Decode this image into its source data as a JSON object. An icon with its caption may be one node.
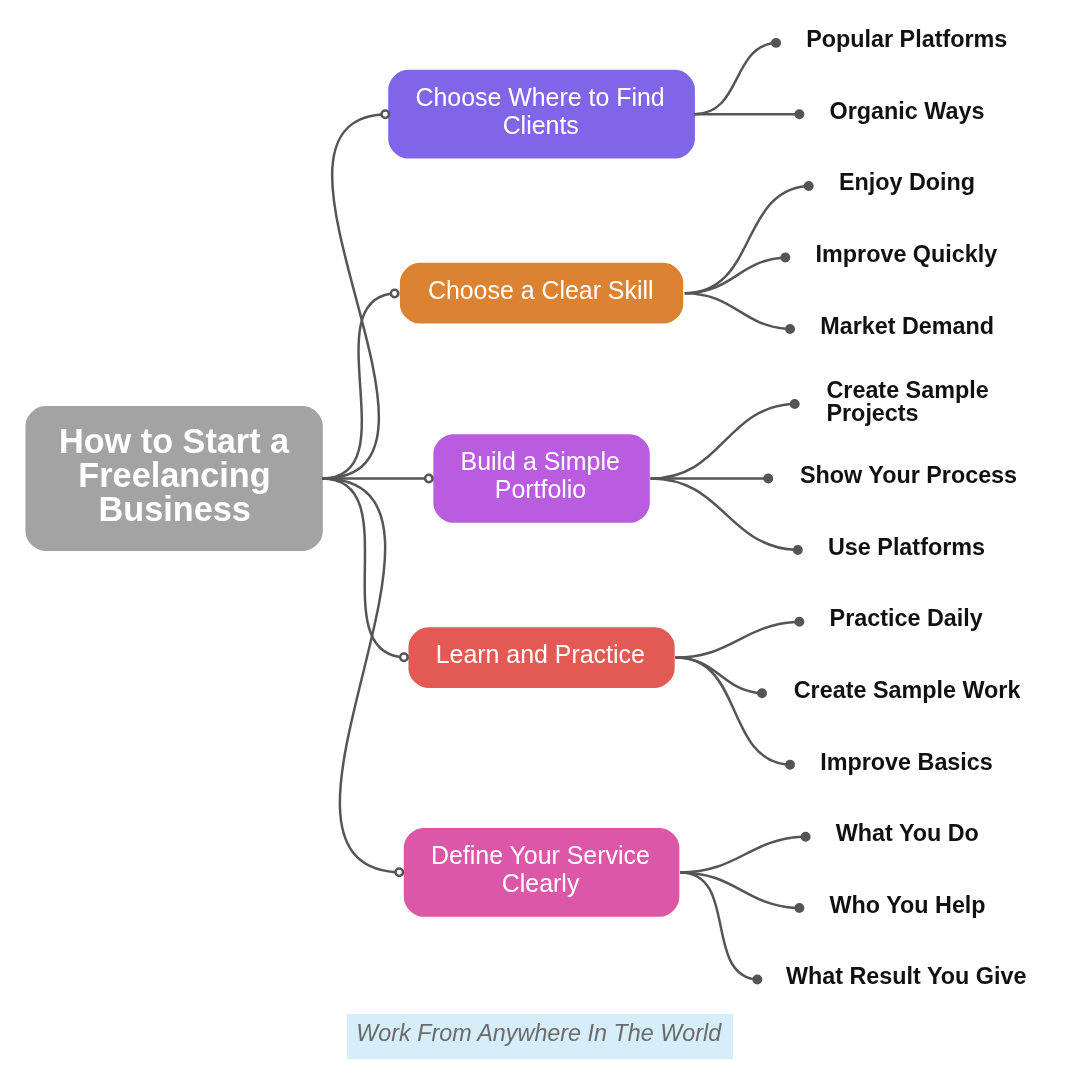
{
  "diagram": {
    "caption": "Work From Anywhere In The World",
    "nodes": [
      {
        "text": [
          "How to Start a Freelancing Business"
        ]
      },
      {
        "text": [
          "Choose Where to Find Clients"
        ]
      },
      {
        "text": [
          "Popular Platforms"
        ]
      },
      {
        "text": [
          "Organic Ways"
        ]
      },
      {
        "text": [
          "Choose a Clear Skill"
        ]
      },
      {
        "text": [
          "Enjoy Doing"
        ]
      },
      {
        "text": [
          "Improve Quickly"
        ]
      },
      {
        "text": [
          "Market Demand"
        ]
      },
      {
        "text": [
          "Build a Simple Portfolio"
        ]
      },
      {
        "text": [
          "Create Sample Projects"
        ]
      },
      {
        "text": [
          "Show Your Process"
        ]
      },
      {
        "text": [
          "Use Platforms"
        ]
      },
      {
        "text": [
          "Learn and Practice"
        ]
      },
      {
        "text": [
          "Practice Daily"
        ]
      },
      {
        "text": [
          "Create Sample Work"
        ]
      },
      {
        "text": [
          "Improve Basics"
        ]
      },
      {
        "text": [
          "Define Your Service Clearly"
        ]
      },
      {
        "text": [
          "What You Do"
        ]
      },
      {
        "text": [
          "Who You Help"
        ]
      },
      {
        "text": [
          "What Result You Give"
        ]
      }
    ],
    "edges": [
      {
        "from": 0,
        "to": 1,
        "arrow": "other"
      },
      {
        "from": 1,
        "to": 2,
        "arrow": "other"
      },
      {
        "from": 1,
        "to": 3,
        "arrow": "other"
      },
      {
        "from": 0,
        "to": 4,
        "arrow": "other"
      },
      {
        "from": 4,
        "to": 5,
        "arrow": "other"
      },
      {
        "from": 4,
        "to": 6,
        "arrow": "other"
      },
      {
        "from": 4,
        "to": 7,
        "arrow": "other"
      },
      {
        "from": 0,
        "to": 8,
        "arrow": "other"
      },
      {
        "from": 8,
        "to": 9,
        "arrow": "other"
      },
      {
        "from": 8,
        "to": 10,
        "arrow": "other"
      },
      {
        "from": 8,
        "to": 11,
        "arrow": "other"
      },
      {
        "from": 0,
        "to": 12,
        "arrow": "other"
      },
      {
        "from": 12,
        "to": 13,
        "arrow": "other"
      },
      {
        "from": 12,
        "to": 14,
        "arrow": "other"
      },
      {
        "from": 12,
        "to": 15,
        "arrow": "other"
      },
      {
        "from": 0,
        "to": 16,
        "arrow": "other"
      },
      {
        "from": 16,
        "to": 17,
        "arrow": "other"
      },
      {
        "from": 16,
        "to": 18,
        "arrow": "other"
      },
      {
        "from": 16,
        "to": 19,
        "arrow": "other"
      }
    ]
  }
}
